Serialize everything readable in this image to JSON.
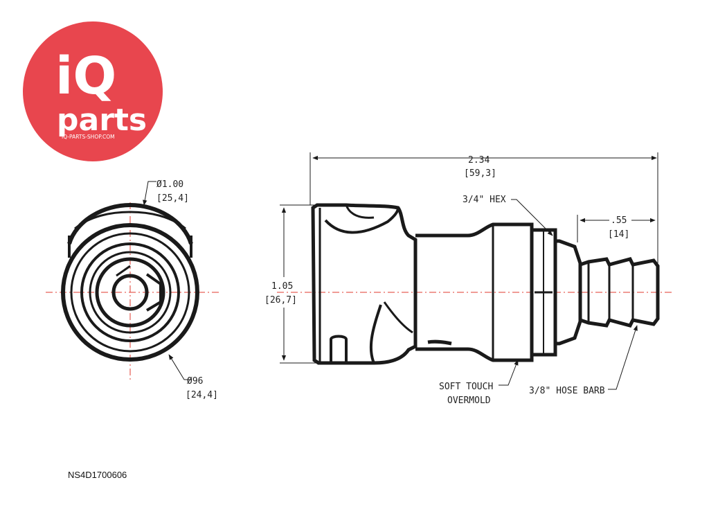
{
  "logo": {
    "brand_top": "iQ",
    "brand_bottom": "parts",
    "site": "IQ-PARTS-SHOP.COM",
    "color": "#e8464e"
  },
  "front_view": {
    "outer_dia_in": "Ø1.00",
    "outer_dia_mm": "[25,4]",
    "inner_dia_in": "Ø96",
    "inner_dia_mm": "[24,4]"
  },
  "side_view": {
    "length_in": "2.34",
    "length_mm": "[59,3]",
    "height_in": "1.05",
    "height_mm": "[26,7]",
    "barb_len_in": ".55",
    "barb_len_mm": "[14]",
    "hex_label": "3/4\" HEX",
    "overmold_label_1": "SOFT TOUCH",
    "overmold_label_2": "OVERMOLD",
    "barb_label": "3/8\" HOSE BARB"
  },
  "part_number": "NS4D1700606",
  "colors": {
    "centerline": "#e03a2e",
    "line": "#1a1a1a"
  }
}
